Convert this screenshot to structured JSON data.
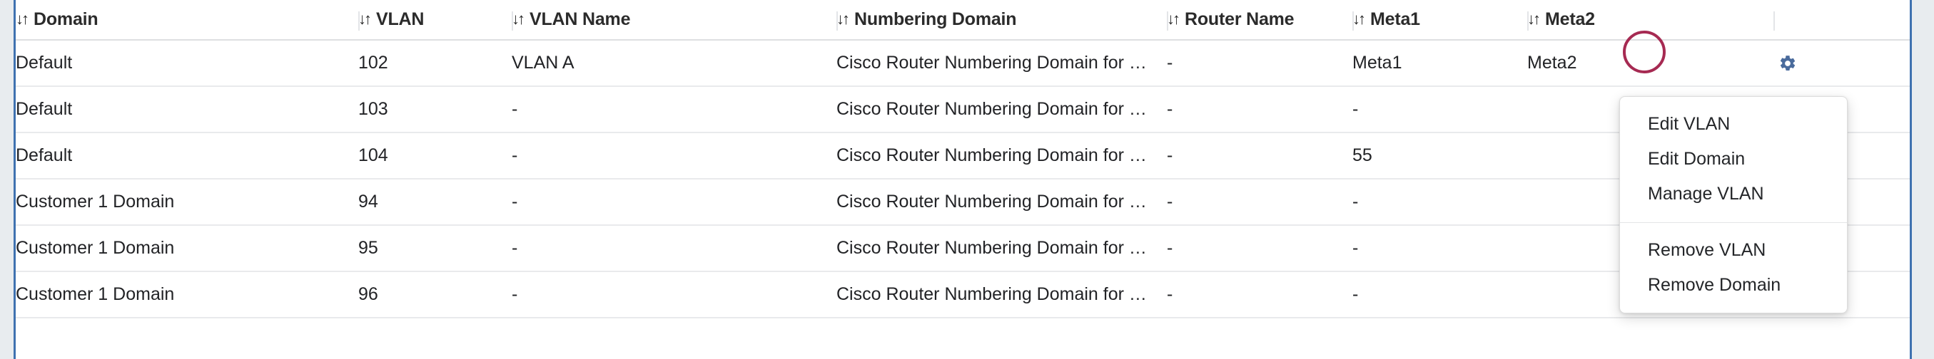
{
  "table": {
    "columns": [
      {
        "key": "domain",
        "label": "Domain",
        "sort_icon": "sort-updown-icon"
      },
      {
        "key": "vlan",
        "label": "VLAN",
        "sort_icon": "sort-updown-icon"
      },
      {
        "key": "vlan_name",
        "label": "VLAN Name",
        "sort_icon": "sort-updown-icon"
      },
      {
        "key": "num_domain",
        "label": "Numbering Domain",
        "sort_icon": "sort-updown-icon"
      },
      {
        "key": "router",
        "label": "Router Name",
        "sort_icon": "sort-updown-icon"
      },
      {
        "key": "meta1",
        "label": "Meta1",
        "sort_icon": "sort-updown-icon"
      },
      {
        "key": "meta2",
        "label": "Meta2",
        "sort_icon": "sort-updown-icon"
      }
    ],
    "sort_glyph": "↓↑",
    "rows": [
      {
        "domain": "Default",
        "vlan": "102",
        "vlan_name": "VLAN A",
        "num_domain": "Cisco Router Numbering Domain for …",
        "router": "-",
        "meta1": "Meta1",
        "meta2": "Meta2",
        "action_icon": "gear-icon"
      },
      {
        "domain": "Default",
        "vlan": "103",
        "vlan_name": "-",
        "num_domain": "Cisco Router Numbering Domain for …",
        "router": "-",
        "meta1": "-",
        "meta2": "",
        "action_icon": "gear-icon"
      },
      {
        "domain": "Default",
        "vlan": "104",
        "vlan_name": "-",
        "num_domain": "Cisco Router Numbering Domain for …",
        "router": "-",
        "meta1": "55",
        "meta2": "",
        "action_icon": "gear-icon"
      },
      {
        "domain": "Customer 1 Domain",
        "vlan": "94",
        "vlan_name": "-",
        "num_domain": "Cisco Router Numbering Domain for …",
        "router": "-",
        "meta1": "-",
        "meta2": "",
        "action_icon": "gear-icon"
      },
      {
        "domain": "Customer 1 Domain",
        "vlan": "95",
        "vlan_name": "-",
        "num_domain": "Cisco Router Numbering Domain for …",
        "router": "-",
        "meta1": "-",
        "meta2": "",
        "action_icon": "gear-icon"
      },
      {
        "domain": "Customer 1 Domain",
        "vlan": "96",
        "vlan_name": "-",
        "num_domain": "Cisco Router Numbering Domain for …",
        "router": "-",
        "meta1": "-",
        "meta2": "",
        "action_icon": "gear-icon"
      }
    ]
  },
  "context_menu": {
    "items": [
      {
        "label": "Edit VLAN",
        "divider_after": false
      },
      {
        "label": "Edit Domain",
        "divider_after": false
      },
      {
        "label": "Manage VLAN",
        "divider_after": true
      },
      {
        "label": "Remove VLAN",
        "divider_after": false
      },
      {
        "label": "Remove Domain",
        "divider_after": false
      }
    ]
  },
  "annotation": {
    "shape": "ellipse",
    "color": "#a62a52"
  },
  "colors": {
    "panel_border": "#3f72b0",
    "page_background": "#e8ecef",
    "gear": "#4a6b9c",
    "row_border": "#e9eaec",
    "header_text": "#2b2b2b",
    "cell_text": "#222326",
    "annotation": "#a62a52"
  }
}
